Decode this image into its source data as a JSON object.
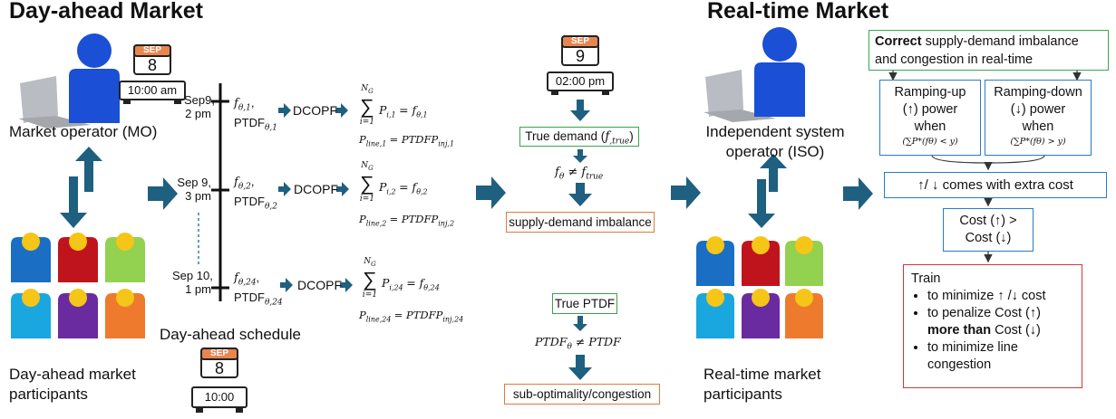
{
  "titles": {
    "day_ahead": "Day-ahead Market",
    "real_time": "Real-time Market"
  },
  "calendars": [
    {
      "month": "SEP",
      "day": "8",
      "time": "10:00 am"
    },
    {
      "month": "SEP",
      "day": "9",
      "time": "02:00 pm"
    },
    {
      "month": "SEP",
      "day": "8",
      "time": "10:00"
    }
  ],
  "left": {
    "market_operator": "Market operator (MO)",
    "participants": [
      "Day-ahead market",
      "participants"
    ],
    "schedule_label": "Day-ahead schedule"
  },
  "timeline": [
    {
      "time": [
        "Sep9,",
        "2 pm"
      ],
      "f": "f",
      "fsub": "θ,1",
      "ptdf": "PTDF",
      "ptdfsub": "θ,1",
      "dcopf": "DCOPF",
      "sum_top": "N",
      "sum_top_sub": "G",
      "sum_bottom": "i=1",
      "p": "P",
      "psub": "i,1",
      "eq": "= f",
      "eqsub": "θ,1",
      "line": "P",
      "linesub": "line,1",
      "line_eq": "= PTDFP",
      "line_eq_sub": "inj,1"
    },
    {
      "time": [
        "Sep 9,",
        "3 pm"
      ],
      "f": "f",
      "fsub": "θ,2",
      "ptdf": "PTDF",
      "ptdfsub": "θ,2",
      "dcopf": "DCOPF",
      "sum_top": "N",
      "sum_top_sub": "G",
      "sum_bottom": "i=1",
      "p": "P",
      "psub": "i,2",
      "eq": "= f",
      "eqsub": "θ,2",
      "line": "P",
      "linesub": "line,2",
      "line_eq": "= PTDFP",
      "line_eq_sub": "inj,2"
    },
    {
      "time": [
        "Sep 10,",
        "1 pm"
      ],
      "f": "f",
      "fsub": "θ,24",
      "ptdf": "PTDF",
      "ptdfsub": "θ,24",
      "dcopf": "DCOPF",
      "sum_top": "N",
      "sum_top_sub": "G",
      "sum_bottom": "i=1",
      "p": "P",
      "psub": "i,24",
      "eq": "= f",
      "eqsub": "θ,24",
      "line": "P",
      "linesub": "line,24",
      "line_eq": "= PTDFP",
      "line_eq_sub": "inj,24"
    }
  ],
  "middle": {
    "true_demand": "True demand (",
    "true_demand_f": "f",
    "true_demand_sub": ",true",
    "true_demand_close": ")",
    "neq_lhs": "f",
    "neq_lhs_sub": "θ",
    "neq_op": " ≠ f",
    "neq_rhs_sub": "true",
    "imbalance": "supply-demand imbalance",
    "true_ptdf": "True PTDF",
    "ptdf_neq_lhs": "PTDF",
    "ptdf_neq_sub": "θ",
    "ptdf_neq_rhs": " ≠ PTDF",
    "suboptimality": "sub-optimality/congestion"
  },
  "right": {
    "iso": [
      "Independent system",
      "operator (ISO)"
    ],
    "participants": [
      "Real-time market",
      "participants"
    ],
    "correct_bold": "Correct",
    "correct_rest": " supply-demand imbalance",
    "correct_line2": "and congestion in real-time",
    "ramp_up": [
      "Ramping-up",
      "(↑) power",
      "when"
    ],
    "ramp_up_cond": "(∑P*(fθ) < y)",
    "ramp_down": [
      "Ramping-down",
      "(↓) power",
      "when"
    ],
    "ramp_down_cond": "(∑P*(fθ) > y)",
    "extra_cost": "↑/ ↓ comes with extra cost",
    "cost_cmp": [
      "Cost (↑) >",
      "Cost (↓)"
    ],
    "train_title": "Train",
    "train_items": [
      "to minimize ↑ /↓ cost",
      "to penalize Cost (↑)",
      "to minimize line"
    ],
    "train_bold": "more than",
    "train_after_bold": " Cost (↓)",
    "train_last": "congestion"
  },
  "colors": {
    "arrow": "#1f5f7f",
    "person_blue": "#1a4fd6",
    "laptop": "#b9bcc2",
    "cal_orange": "#e98550",
    "green": "#34a853",
    "orange": "#e07a3c",
    "blue": "#2b7bbf",
    "red": "#d3383a"
  }
}
